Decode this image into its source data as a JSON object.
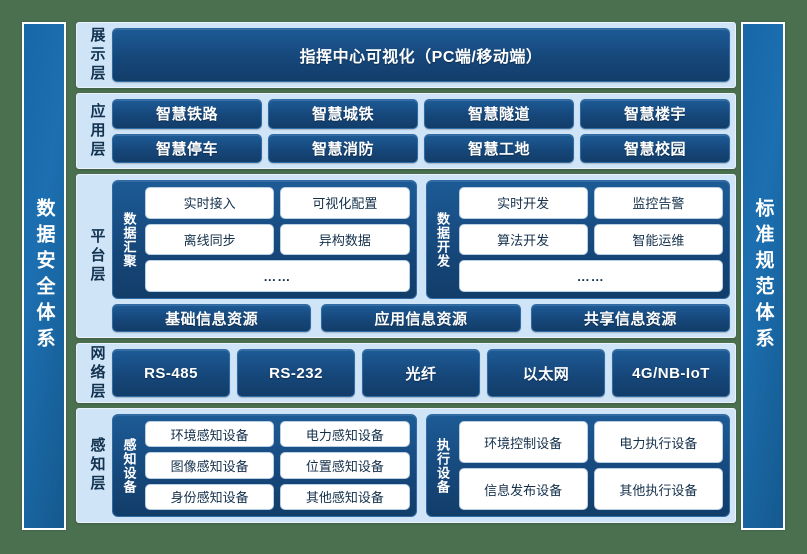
{
  "theme": {
    "page_background": "#4a7050",
    "panel_background": "#cfe4f7",
    "chip_blue": "#16477a",
    "pillar_blue": "#1667a8",
    "white": "#ffffff"
  },
  "pillars": {
    "left": {
      "label": "数据安全体系"
    },
    "right": {
      "label": "标准规范体系"
    }
  },
  "layers": {
    "display": {
      "label": "展示层",
      "banner": "指挥中心可视化（PC端/移动端）"
    },
    "application": {
      "label": "应用层",
      "rows": [
        [
          "智慧铁路",
          "智慧城铁",
          "智慧隧道",
          "智慧楼宇"
        ],
        [
          "智慧停车",
          "智慧消防",
          "智慧工地",
          "智慧校园"
        ]
      ]
    },
    "platform": {
      "label": "平台层",
      "groups": [
        {
          "title": "数据汇聚",
          "rows": [
            [
              "实时接入",
              "可视化配置"
            ],
            [
              "离线同步",
              "异构数据"
            ]
          ],
          "more": "……"
        },
        {
          "title": "数据开发",
          "rows": [
            [
              "实时开发",
              "监控告警"
            ],
            [
              "算法开发",
              "智能运维"
            ]
          ],
          "more": "……"
        }
      ],
      "resources": [
        "基础信息资源",
        "应用信息资源",
        "共享信息资源"
      ]
    },
    "network": {
      "label": "网络层",
      "items": [
        "RS-485",
        "RS-232",
        "光纤",
        "以太网",
        "4G/NB-IoT"
      ]
    },
    "sensing": {
      "label": "感知层",
      "groups": [
        {
          "title": "感知设备",
          "rows": [
            [
              "环境感知设备",
              "电力感知设备"
            ],
            [
              "图像感知设备",
              "位置感知设备"
            ],
            [
              "身份感知设备",
              "其他感知设备"
            ]
          ]
        },
        {
          "title": "执行设备",
          "rows": [
            [
              "环境控制设备",
              "电力执行设备"
            ],
            [
              "信息发布设备",
              "其他执行设备"
            ]
          ]
        }
      ]
    }
  }
}
